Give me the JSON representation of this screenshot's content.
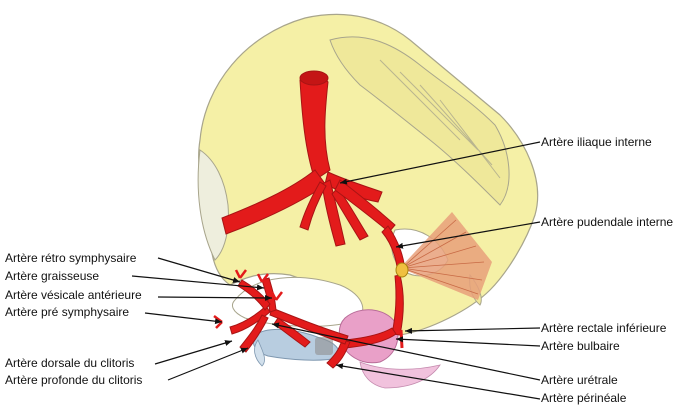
{
  "labels": {
    "iliaque_interne": "Artère iliaque interne",
    "pudendale_interne": "Artère pudendale interne",
    "retro_symphysaire": "Artère rétro symphysaire",
    "graisseuse": "Artère graisseuse",
    "vesicale_anterieure": "Artère vésicale antérieure",
    "pre_symphysaire": "Artère pré symphysaire",
    "rectale_inferieure": "Artère rectale inférieure",
    "bulbaire": "Artère bulbaire",
    "dorsale_clitoris": "Artère dorsale du clitoris",
    "profonde_clitoris": "Artère profonde du clitoris",
    "uretrale": "Artère urétrale",
    "perineale": "Artère périnéale"
  },
  "colors": {
    "bone": "#f5f0a6",
    "bone_outline": "#a8a58c",
    "artery": "#e31b1b",
    "artery_dark": "#a81414",
    "muscle": "#e8a07a",
    "bulb": "#e9a0c8",
    "clitoris": "#b8cde0",
    "leader": "#111111"
  }
}
